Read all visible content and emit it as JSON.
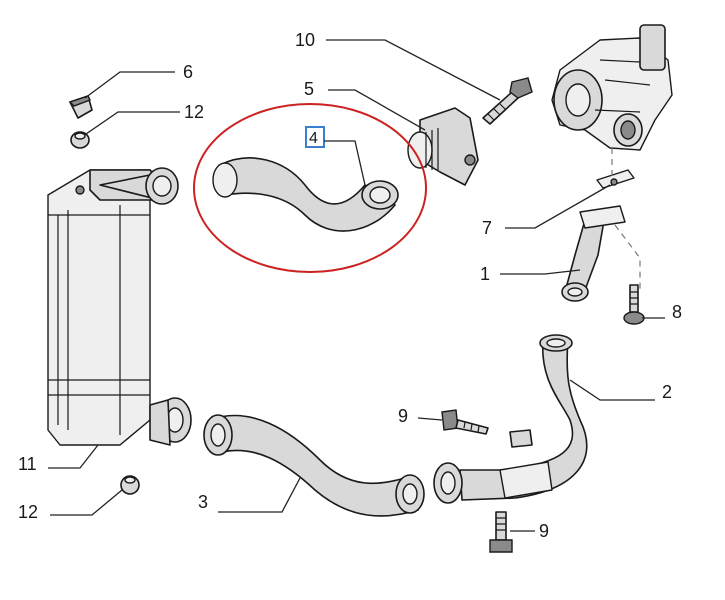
{
  "diagram": {
    "callouts": [
      {
        "id": "label-10",
        "text": "10"
      },
      {
        "id": "label-5",
        "text": "5"
      },
      {
        "id": "label-6",
        "text": "6"
      },
      {
        "id": "label-12-top",
        "text": "12"
      },
      {
        "id": "label-4",
        "text": "4"
      },
      {
        "id": "label-7",
        "text": "7"
      },
      {
        "id": "label-1",
        "text": "1"
      },
      {
        "id": "label-8",
        "text": "8"
      },
      {
        "id": "label-2",
        "text": "2"
      },
      {
        "id": "label-9-mid",
        "text": "9"
      },
      {
        "id": "label-11",
        "text": "11"
      },
      {
        "id": "label-3",
        "text": "3"
      },
      {
        "id": "label-12-bottom",
        "text": "12"
      },
      {
        "id": "label-9-bottom",
        "text": "9"
      }
    ],
    "colors": {
      "highlight_ellipse": "#cc2222",
      "highlight_box": "#3a7fd0",
      "line_art": "#1a1a1a",
      "part_fill": "#d9d9d9"
    }
  }
}
